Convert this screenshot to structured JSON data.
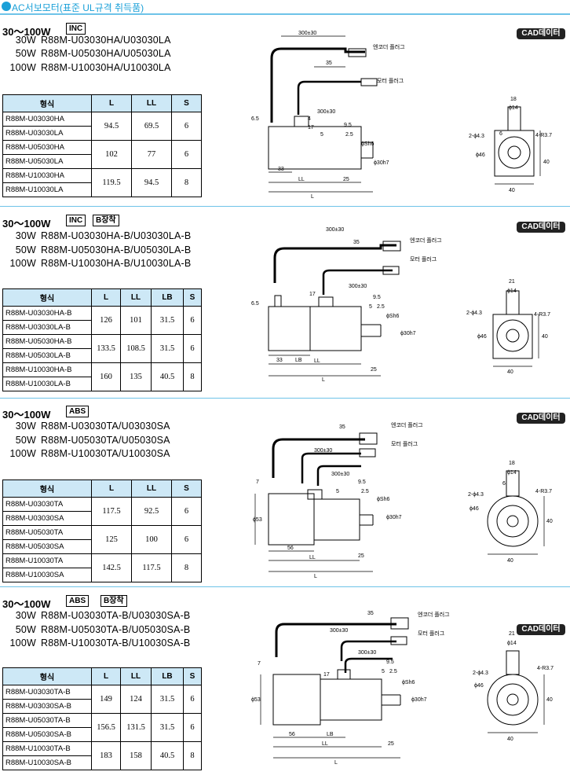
{
  "header": {
    "title": "AC서보모터(표준 UL규격 취득품)"
  },
  "cad_label": "CAD데이터",
  "sections": [
    {
      "range": "30～100W",
      "tags": [
        "INC"
      ],
      "models": [
        {
          "watt": "30W",
          "name": "R88M-U03030HA/U03030LA"
        },
        {
          "watt": "50W",
          "name": "R88M-U05030HA/U05030LA"
        },
        {
          "watt": "100W",
          "name": "R88M-U10030HA/U10030LA"
        }
      ],
      "table": {
        "headers": [
          "형식",
          "L",
          "LL",
          "S"
        ],
        "rows": [
          {
            "models": [
              "R88M-U03030HA",
              "R88M-U03030LA"
            ],
            "values": [
              "94.5",
              "69.5",
              "6"
            ]
          },
          {
            "models": [
              "R88M-U05030HA",
              "R88M-U05030LA"
            ],
            "values": [
              "102",
              "77",
              "6"
            ]
          },
          {
            "models": [
              "R88M-U10030HA",
              "R88M-U10030LA"
            ],
            "values": [
              "119.5",
              "94.5",
              "8"
            ]
          }
        ]
      },
      "drawing": {
        "cable": "300±30",
        "d35": "35",
        "encoder": "엔코더 플러그",
        "motor": "모터 플러그",
        "d65": "6.5",
        "d4": "4",
        "d17": "17",
        "cable2": "300±30",
        "d95": "9.5",
        "d5": "5",
        "d25s": "2.5",
        "shaft": "ϕSh6",
        "flange": "ϕ30h7",
        "d33": "33",
        "LL": "LL",
        "L": "L",
        "d25": "25",
        "fw": "18",
        "f14": "ϕ14",
        "f6": "6",
        "holes": "2-ϕ4.3",
        "r": "4-R3.7",
        "f46": "ϕ46",
        "f40h": "40",
        "f40w": "40"
      }
    },
    {
      "range": "30～100W",
      "tags": [
        "INC",
        "B장착"
      ],
      "models": [
        {
          "watt": "30W",
          "name": "R88M-U03030HA-B/U03030LA-B"
        },
        {
          "watt": "50W",
          "name": "R88M-U05030HA-B/U05030LA-B"
        },
        {
          "watt": "100W",
          "name": "R88M-U10030HA-B/U10030LA-B"
        }
      ],
      "table": {
        "headers": [
          "형식",
          "L",
          "LL",
          "LB",
          "S"
        ],
        "rows": [
          {
            "models": [
              "R88M-U03030HA-B",
              "R88M-U03030LA-B"
            ],
            "values": [
              "126",
              "101",
              "31.5",
              "6"
            ]
          },
          {
            "models": [
              "R88M-U05030HA-B",
              "R88M-U05030LA-B"
            ],
            "values": [
              "133.5",
              "108.5",
              "31.5",
              "6"
            ]
          },
          {
            "models": [
              "R88M-U10030HA-B",
              "R88M-U10030LA-B"
            ],
            "values": [
              "160",
              "135",
              "40.5",
              "8"
            ]
          }
        ]
      },
      "drawing": {
        "cable": "300±30",
        "d35": "35",
        "encoder": "엔코더 플러그",
        "motor": "모터 플러그",
        "d65": "6.5",
        "d17": "17",
        "cable2": "300±30",
        "d95": "9.5",
        "d5": "5",
        "d25s": "2.5",
        "shaft": "ϕSh6",
        "flange": "ϕ30h7",
        "d33": "33",
        "LB": "LB",
        "LL": "LL",
        "L": "L",
        "d25": "25",
        "fw": "21",
        "f14": "ϕ14",
        "holes": "2-ϕ4.3",
        "r": "4-R3.7",
        "f46": "ϕ46",
        "f40h": "40",
        "f40w": "40"
      }
    },
    {
      "range": "30～100W",
      "tags": [
        "ABS"
      ],
      "models": [
        {
          "watt": "30W",
          "name": "R88M-U03030TA/U03030SA"
        },
        {
          "watt": "50W",
          "name": "R88M-U05030TA/U05030SA"
        },
        {
          "watt": "100W",
          "name": "R88M-U10030TA/U10030SA"
        }
      ],
      "table": {
        "headers": [
          "형식",
          "L",
          "LL",
          "S"
        ],
        "rows": [
          {
            "models": [
              "R88M-U03030TA",
              "R88M-U03030SA"
            ],
            "values": [
              "117.5",
              "92.5",
              "6"
            ]
          },
          {
            "models": [
              "R88M-U05030TA",
              "R88M-U05030SA"
            ],
            "values": [
              "125",
              "100",
              "6"
            ]
          },
          {
            "models": [
              "R88M-U10030TA",
              "R88M-U10030SA"
            ],
            "values": [
              "142.5",
              "117.5",
              "8"
            ]
          }
        ]
      },
      "drawing": {
        "d35": "35",
        "encoder": "엔코더 플러그",
        "motor": "모터 플러그",
        "cable": "300±30",
        "cable2": "300±30",
        "d7": "7",
        "d95": "9.5",
        "d5": "5",
        "d25s": "2.5",
        "shaft": "ϕSh6",
        "flange": "ϕ30h7",
        "dia53": "ϕ53",
        "d56": "56",
        "LL": "LL",
        "L": "L",
        "d25": "25",
        "fw": "18",
        "f14": "ϕ14",
        "f6": "6",
        "holes": "2-ϕ4.3",
        "r": "4-R3.7",
        "f46": "ϕ46",
        "f40h": "40",
        "f40w": "40"
      }
    },
    {
      "range": "30～100W",
      "tags": [
        "ABS",
        "B장착"
      ],
      "models": [
        {
          "watt": "30W",
          "name": "R88M-U03030TA-B/U03030SA-B"
        },
        {
          "watt": "50W",
          "name": "R88M-U05030TA-B/U05030SA-B"
        },
        {
          "watt": "100W",
          "name": "R88M-U10030TA-B/U10030SA-B"
        }
      ],
      "table": {
        "headers": [
          "형식",
          "L",
          "LL",
          "LB",
          "S"
        ],
        "rows": [
          {
            "models": [
              "R88M-U03030TA-B",
              "R88M-U03030SA-B"
            ],
            "values": [
              "149",
              "124",
              "31.5",
              "6"
            ]
          },
          {
            "models": [
              "R88M-U05030TA-B",
              "R88M-U05030SA-B"
            ],
            "values": [
              "156.5",
              "131.5",
              "31.5",
              "6"
            ]
          },
          {
            "models": [
              "R88M-U10030TA-B",
              "R88M-U10030SA-B"
            ],
            "values": [
              "183",
              "158",
              "40.5",
              "8"
            ]
          }
        ]
      },
      "drawing": {
        "d35": "35",
        "encoder": "엔코더 플러그",
        "motor": "모터 플러그",
        "cable": "300±30",
        "cable2": "300±30",
        "d7": "7",
        "d17": "17",
        "d95": "9.5",
        "d5": "5",
        "d25s": "2.5",
        "shaft": "ϕSh6",
        "flange": "ϕ30h7",
        "dia53": "ϕ53",
        "d56": "56",
        "LB": "LB",
        "LL": "LL",
        "L": "L",
        "d25": "25",
        "fw": "21",
        "f14": "ϕ14",
        "holes": "2-ϕ4.3",
        "r": "4-R3.7",
        "f46": "ϕ46",
        "f40h": "40",
        "f40w": "40"
      }
    }
  ]
}
